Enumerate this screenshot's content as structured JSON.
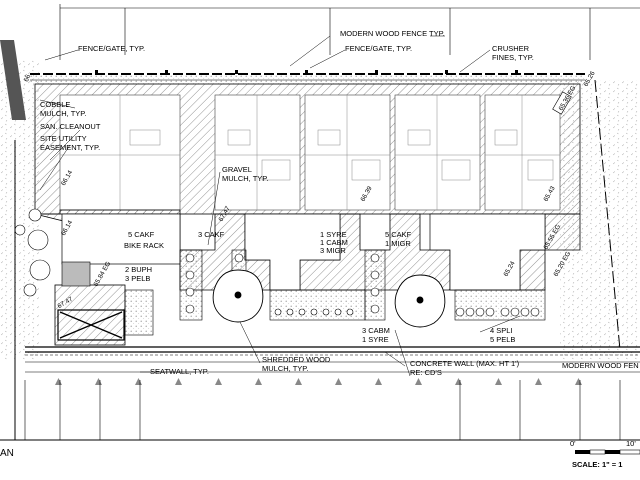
{
  "plan_title": "AN",
  "labels": {
    "modern_wood_fence": "MODERN WOOD FENCE TYP.",
    "fence_gate_1": "FENCE/GATE, TYP.",
    "fence_gate_2": "FENCE/GATE, TYP.",
    "crusher_fines_1": "CRUSHER",
    "crusher_fines_2": "FINES, TYP.",
    "cobble_1": "COBBLE",
    "cobble_2": "MULCH, TYP.",
    "san_cleanout": "SAN. CLEANOUT",
    "site_utility_1": "SITE UTILITY",
    "site_utility_2": "EASEMENT, TYP.",
    "gravel_mulch_1": "GRAVEL",
    "gravel_mulch_2": "MULCH, TYP.",
    "bike_rack_1": "5 CAKF",
    "bike_rack_2": "BIKE RACK",
    "cakf_3": "3 CAKF",
    "buph_1": "2 BUPH",
    "buph_2": "3 PELB",
    "syre_1": "1 SYRE",
    "syre_2": "1 CABM",
    "syre_3": "3 MIGR",
    "cakf_5_1": "5 CAKF",
    "cakf_5_2": "1 MIGR",
    "cabm_1": "3 CABM",
    "cabm_2": "1 SYRE",
    "spli_1": "4 SPLI",
    "spli_2": "5 PELB",
    "shredded_1": "SHREDDED WOOD",
    "shredded_2": "MULCH, TYP.",
    "seatwall": "SEATWALL, TYP.",
    "concrete_1": "CONCRETE WALL (MAX. HT 1')",
    "concrete_2": "RE: CD'S",
    "modern_wood_fence_2": "MODERN WOOD FEN"
  },
  "elevations": [
    {
      "id": "e1",
      "text": "65.26"
    },
    {
      "id": "e2",
      "text": "65.36 EG"
    },
    {
      "id": "e3",
      "text": "65.43"
    },
    {
      "id": "e4",
      "text": "65.55 EG"
    },
    {
      "id": "e5",
      "text": "65.24"
    },
    {
      "id": "e6",
      "text": "65.20 EG"
    },
    {
      "id": "e7",
      "text": "66.14"
    },
    {
      "id": "e8",
      "text": "66.14"
    },
    {
      "id": "e9",
      "text": "67.47"
    },
    {
      "id": "e10",
      "text": "66.39"
    },
    {
      "id": "e11",
      "text": "65.84 EG"
    },
    {
      "id": "e12",
      "text": "67.47"
    },
    {
      "id": "e13",
      "text": "66"
    }
  ],
  "scale": {
    "zero": "0'",
    "ten": "10'",
    "text": "SCALE:  1\" = 1"
  }
}
